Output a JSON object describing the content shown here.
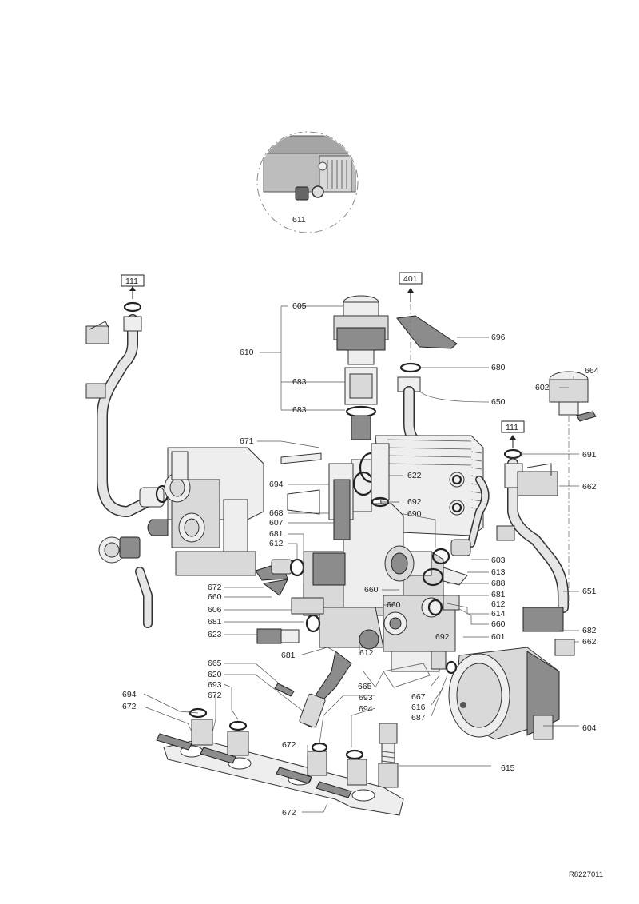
{
  "drawing_id": "R8227011",
  "ref_boxes": [
    "111",
    "401",
    "111"
  ],
  "labels": {
    "l611": "611",
    "l605": "605",
    "l610": "610",
    "l683a": "683",
    "l683b": "683",
    "l696": "696",
    "l680": "680",
    "l650": "650",
    "l664": "664",
    "l602": "602",
    "l671": "671",
    "l691": "691",
    "l694a": "694",
    "l622": "622",
    "l662a": "662",
    "l668": "668",
    "l692a": "692",
    "l690": "690",
    "l607": "607",
    "l681a": "681",
    "l612a": "612",
    "l603": "603",
    "l613": "613",
    "l672a": "672",
    "l660a": "660",
    "l688": "688",
    "l660b": "660",
    "l651": "651",
    "l681b": "681",
    "l612b": "612",
    "l606": "606",
    "l660c": "660",
    "l614": "614",
    "l681c": "681",
    "l660d": "660",
    "l682": "682",
    "l623": "623",
    "l692b": "692",
    "l601": "601",
    "l662b": "662",
    "l681d": "681",
    "l612c": "612",
    "l665a": "665",
    "l620": "620",
    "l665b": "665",
    "l693a": "693",
    "l667": "667",
    "l694b": "694",
    "l672b": "672",
    "l693b": "693",
    "l616": "616",
    "l672c": "672",
    "l694c": "694",
    "l687": "687",
    "l604": "604",
    "l672d": "672",
    "l615": "615",
    "l672e": "672"
  }
}
